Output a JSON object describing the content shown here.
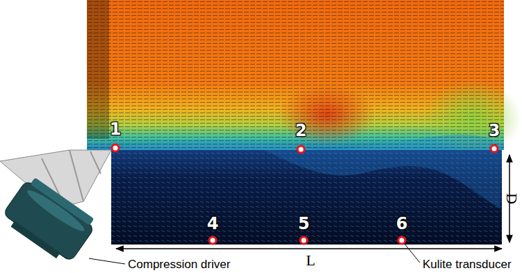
{
  "diagram": {
    "labels": [
      "1",
      "2",
      "3",
      "4",
      "5",
      "6",
      "L",
      "D",
      "Compression driver",
      "Kulite transducer"
    ]
  }
}
